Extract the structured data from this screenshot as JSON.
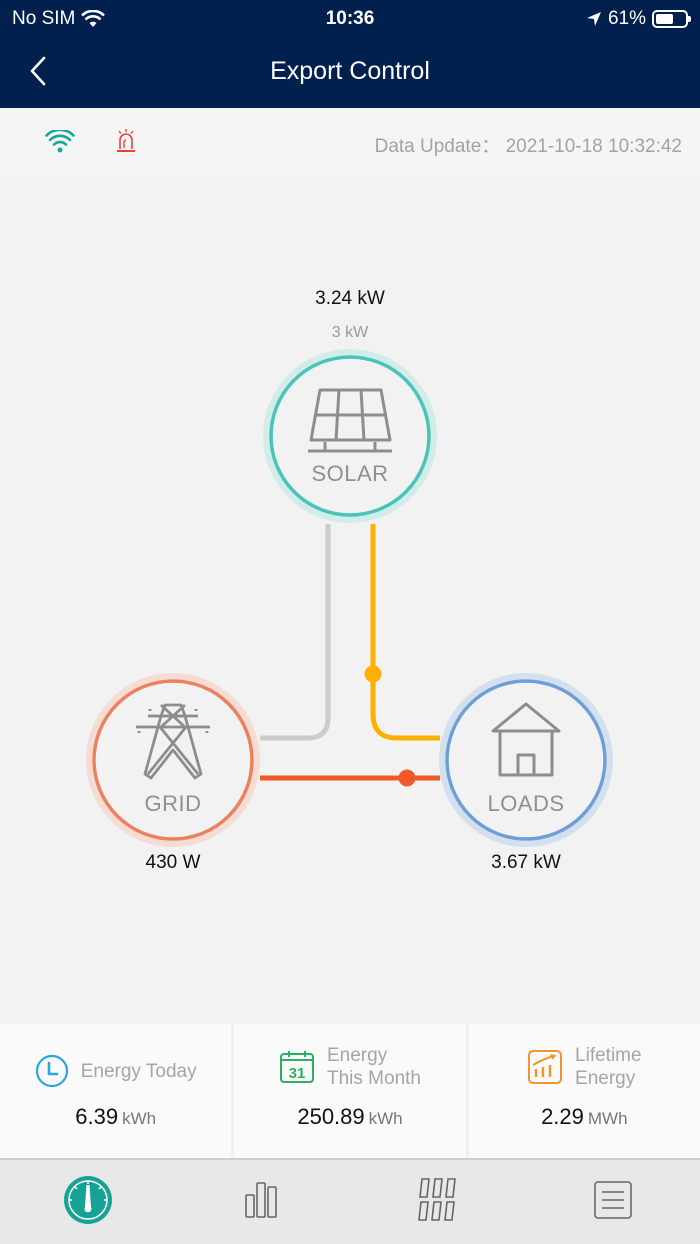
{
  "status_bar": {
    "carrier": "No SIM",
    "time": "10:36",
    "battery": "61%"
  },
  "header": {
    "title": "Export Control",
    "back_icon": "chevron-left-icon"
  },
  "info_bar": {
    "connection_icon": "wifi-icon",
    "alarm_icon": "alarm-siren-icon",
    "data_update_label": "Data Update：",
    "data_update_time": "2021-10-18 10:32:42",
    "colors": {
      "wifi": "#17a79a",
      "alarm": "#e8413a"
    }
  },
  "flow": {
    "solar": {
      "label": "SOLAR",
      "power": "3.24 kW",
      "capacity": "3 kW",
      "color": "#48c4b8",
      "icon": "solar-panel-icon"
    },
    "grid": {
      "label": "GRID",
      "power": "430 W",
      "color": "#ee8060",
      "icon": "power-tower-icon"
    },
    "loads": {
      "label": "LOADS",
      "power": "3.67 kW",
      "color": "#6f9fd8",
      "icon": "house-icon"
    },
    "lines": {
      "solar_to_grid": {
        "color": "#cccccc",
        "active": false
      },
      "solar_to_loads": {
        "color": "#ffaf00",
        "active": true
      },
      "grid_to_loads": {
        "color": "#f05a28",
        "active": true
      }
    }
  },
  "stats": [
    {
      "label": "Energy Today",
      "value": "6.39",
      "unit": "kWh",
      "icon": "clock-icon",
      "color": "#2aa6e0"
    },
    {
      "label_line1": "Energy",
      "label_line2": "This Month",
      "value": "250.89",
      "unit": "kWh",
      "icon": "calendar-icon",
      "icon_text": "31",
      "color": "#2bb060"
    },
    {
      "label_line1": "Lifetime",
      "label_line2": "Energy",
      "value": "2.29",
      "unit": "MWh",
      "icon": "growth-chart-icon",
      "color": "#f5922a"
    }
  ],
  "tabbar": {
    "tabs": [
      {
        "name": "dashboard",
        "icon": "gauge-icon",
        "active": true
      },
      {
        "name": "statistics",
        "icon": "bar-chart-icon",
        "active": false
      },
      {
        "name": "devices",
        "icon": "grid-panels-icon",
        "active": false
      },
      {
        "name": "logs",
        "icon": "list-doc-icon",
        "active": false
      }
    ],
    "active_color": "#16a396",
    "inactive_color": "#666666"
  }
}
